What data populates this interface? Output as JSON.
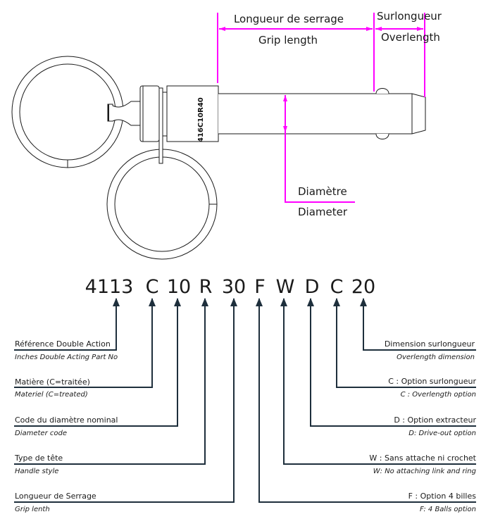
{
  "colors": {
    "dimension": "#ff00ff",
    "leader": "#1e2f3c",
    "outline": "#1a1a1a"
  },
  "drawing": {
    "part_marking": "416C10R40",
    "dimensions": {
      "grip_length": {
        "fr": "Longueur de serrage",
        "en": "Grip length"
      },
      "overlength": {
        "fr": "Surlongueur",
        "en": "Overlength"
      },
      "diameter": {
        "fr": "Diamètre",
        "en": "Diameter"
      }
    }
  },
  "part_number": {
    "segments": [
      "4113",
      "C",
      "10",
      "R",
      "30",
      "F",
      "W",
      "D",
      "C",
      "20"
    ]
  },
  "legend": {
    "left": [
      {
        "fr": "Référence Double Action",
        "en": "Inches Double Acting Part No",
        "segment": "4113"
      },
      {
        "fr": "Matière (C=traitée)",
        "en": "Materiel (C=treated)",
        "segment": "C"
      },
      {
        "fr": "Code du diamètre nominal",
        "en": "Diameter code",
        "segment": "10"
      },
      {
        "fr": "Type de tête",
        "en": "Handle style",
        "segment": "R"
      },
      {
        "fr": "Longueur de Serrage",
        "en": "Grip lenth",
        "segment": "30"
      }
    ],
    "right": [
      {
        "fr": "Dimension surlongueur",
        "en": "Overlength dimension",
        "segment": "20"
      },
      {
        "fr": "C : Option surlongueur",
        "en": "C : Overlength option",
        "segment": "C"
      },
      {
        "fr": "D : Option extracteur",
        "en": "D: Drive-out option",
        "segment": "D"
      },
      {
        "fr": "W : Sans attache ni crochet",
        "en": "W: No attaching link and ring",
        "segment": "W"
      },
      {
        "fr": "F : Option 4 billes",
        "en": "F: 4 Balls option",
        "segment": "F"
      }
    ]
  }
}
